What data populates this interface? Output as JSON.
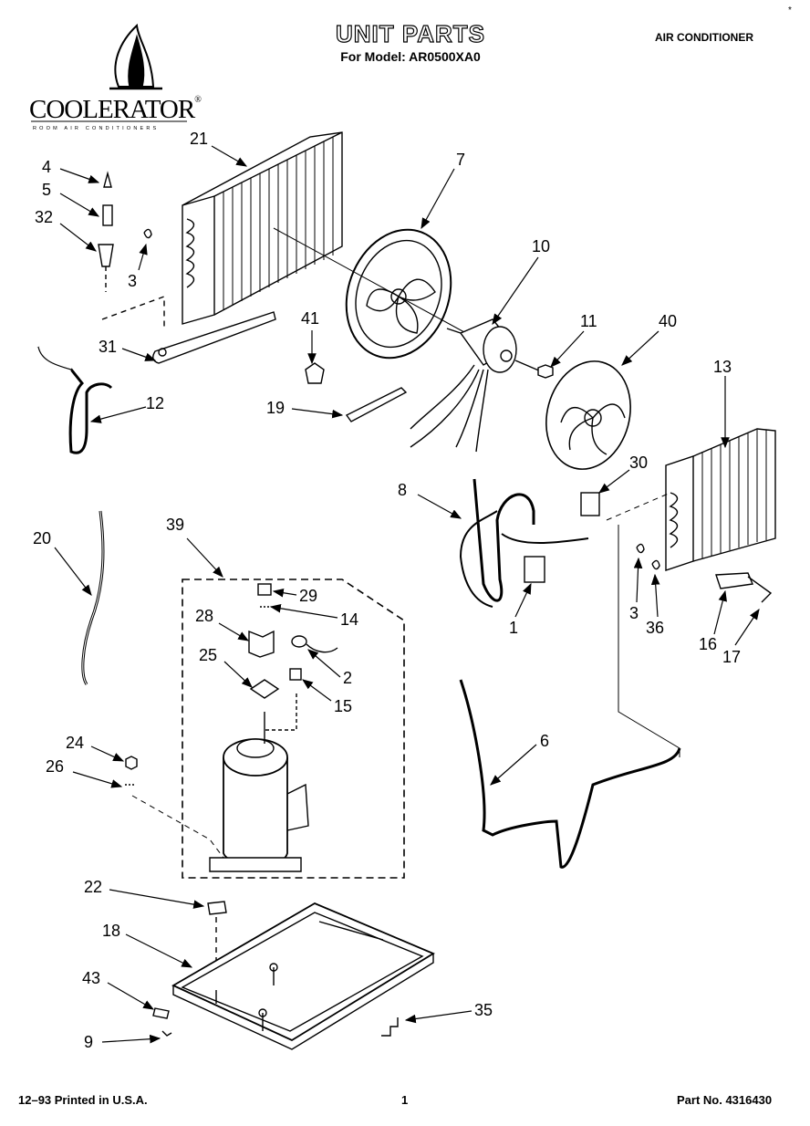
{
  "header": {
    "title": "UNIT PARTS",
    "model_line": "For Model: AR0500XA0",
    "category": "AIR CONDITIONER"
  },
  "brand": {
    "name": "COOLERATOR",
    "registered": "®",
    "tagline": "ROOM AIR CONDITIONERS"
  },
  "footer": {
    "date": "12–93 Printed in U.S.A.",
    "page": "1",
    "part_no": "Part No. 4316430"
  },
  "corner_mark": "*",
  "callouts": {
    "c21": "21",
    "c7": "7",
    "c4": "4",
    "c5": "5",
    "c32": "32",
    "c3a": "3",
    "c10": "10",
    "c11": "11",
    "c40": "40",
    "c41": "41",
    "c31": "31",
    "c13": "13",
    "c12": "12",
    "c19": "19",
    "c30": "30",
    "c8": "8",
    "c20": "20",
    "c39": "39",
    "c29": "29",
    "c14": "14",
    "c28": "28",
    "c2": "2",
    "c25": "25",
    "c15": "15",
    "c1": "1",
    "c3b": "3",
    "c36": "36",
    "c16": "16",
    "c17": "17",
    "c6": "6",
    "c24": "24",
    "c26": "26",
    "c22": "22",
    "c18": "18",
    "c43": "43",
    "c35": "35",
    "c9": "9"
  }
}
